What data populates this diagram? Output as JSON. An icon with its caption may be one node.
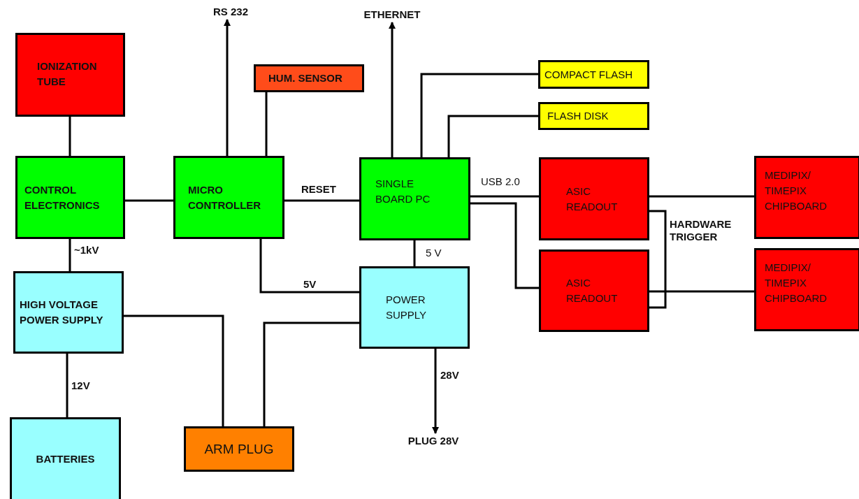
{
  "diagram": {
    "nodes": [
      {
        "text": [
          "RS 232"
        ]
      },
      {
        "text": [
          "ETHERNET"
        ]
      },
      {
        "text": [
          "IONIZATION TUBE"
        ]
      },
      {
        "text": [
          "HUM. SENSOR"
        ]
      },
      {
        "text": [
          "COMPACT FLASH"
        ]
      },
      {
        "text": [
          "FLASH DISK"
        ]
      },
      {
        "text": [
          "CONTROL ELECTRONICS"
        ]
      },
      {
        "text": [
          "MICRO CONTROLLER"
        ]
      },
      {
        "text": [
          "SINGLE BOARD PC"
        ]
      },
      {
        "text": [
          "ASIC READOUT"
        ]
      },
      {
        "text": [
          "MEDIPIX/ TIMEPIX CHIPBOARD"
        ]
      },
      {
        "text": [
          "ASIC READOUT"
        ]
      },
      {
        "text": [
          "MEDIPIX/ TIMEPIX CHIPBOARD"
        ]
      },
      {
        "text": [
          "HIGH VOLTAGE POWER SUPPLY"
        ]
      },
      {
        "text": [
          "POWER SUPPLY"
        ]
      },
      {
        "text": [
          "BATTERIES"
        ]
      },
      {
        "text": [
          "ARM PLUG"
        ]
      },
      {
        "text": [
          "PLUG 28V"
        ]
      }
    ],
    "edges": [
      {
        "from": 2,
        "to": 6,
        "arrow": "none"
      },
      {
        "from": 6,
        "to": 7,
        "arrow": "none"
      },
      {
        "from": 7,
        "to": 0,
        "arrow": "to"
      },
      {
        "from": 7,
        "to": 3,
        "arrow": "none"
      },
      {
        "from": 7,
        "to": 8,
        "arrow": "none",
        "label": "RESET"
      },
      {
        "from": 8,
        "to": 1,
        "arrow": "to"
      },
      {
        "from": 8,
        "to": 4,
        "arrow": "none"
      },
      {
        "from": 8,
        "to": 5,
        "arrow": "none"
      },
      {
        "from": 8,
        "to": 9,
        "arrow": "none",
        "label": "USB 2.0"
      },
      {
        "from": 8,
        "to": 11,
        "arrow": "none"
      },
      {
        "from": 9,
        "to": 10,
        "arrow": "none"
      },
      {
        "from": 11,
        "to": 12,
        "arrow": "none"
      },
      {
        "from": 9,
        "to": 11,
        "arrow": "none",
        "label": "HARDWARE TRIGGER"
      },
      {
        "from": 6,
        "to": 13,
        "arrow": "none",
        "label": "~1kV"
      },
      {
        "from": 7,
        "to": 14,
        "arrow": "none",
        "label": "5V"
      },
      {
        "from": 8,
        "to": 14,
        "arrow": "none",
        "label": "5 V"
      },
      {
        "from": 13,
        "to": 16,
        "arrow": "none"
      },
      {
        "from": 14,
        "to": 16,
        "arrow": "none"
      },
      {
        "from": 14,
        "to": 17,
        "arrow": "to",
        "label": "28V"
      },
      {
        "from": 13,
        "to": 15,
        "arrow": "none",
        "label": "12V"
      }
    ]
  }
}
